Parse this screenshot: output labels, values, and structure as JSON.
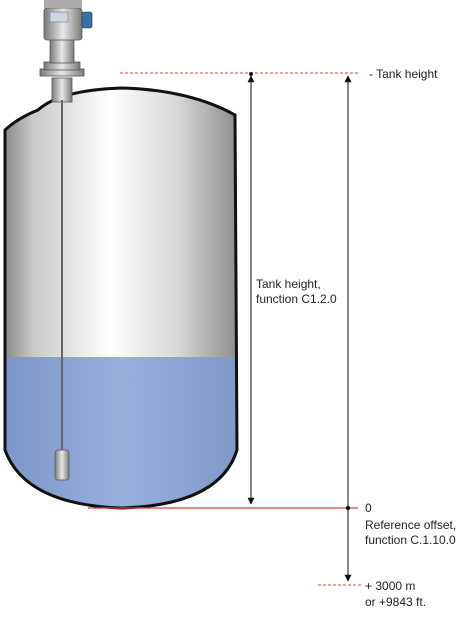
{
  "labels": {
    "top_mark": "- Tank height",
    "tank_height_line1": "Tank height,",
    "tank_height_line2": "function C1.2.0",
    "zero_mark": "0",
    "ref_offset_line1": "Reference offset,",
    "ref_offset_line2": "function C.1.10.0",
    "extent_line1": "+ 3000 m",
    "extent_line2": "or +9843 ft."
  },
  "colors": {
    "liquid": "#8fa8d6",
    "reference_line": "#e0403a",
    "dimension_line": "#111111",
    "tank_outline": "#111111"
  },
  "icons": [
    "level-transmitter-icon",
    "probe-cable-icon",
    "probe-weight-icon"
  ]
}
